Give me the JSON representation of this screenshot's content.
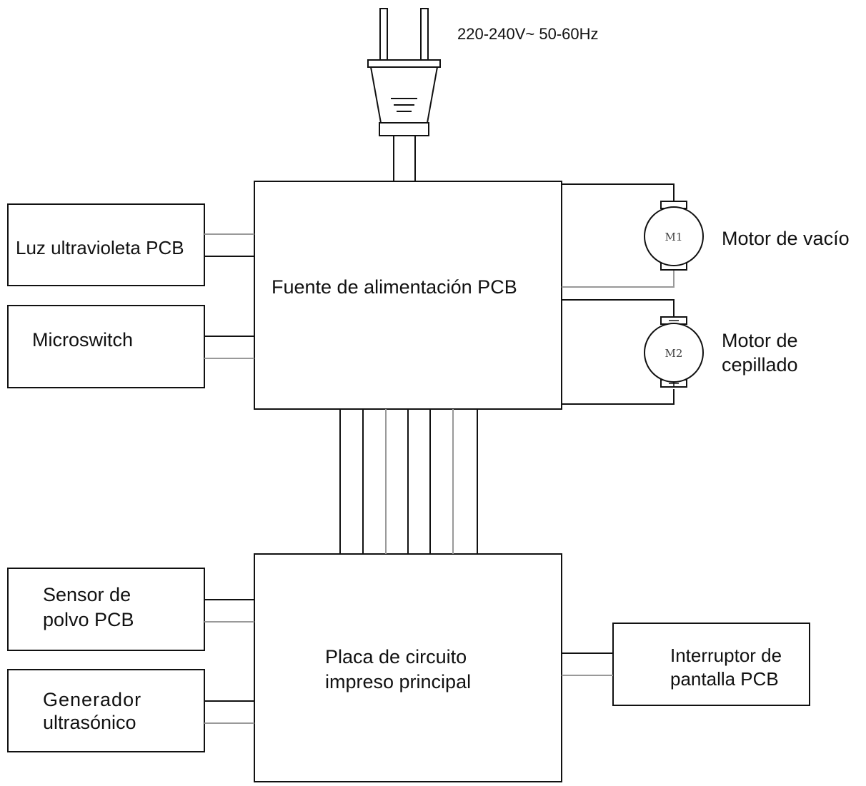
{
  "power_supply": {
    "label": "220-240V~ 50-60Hz"
  },
  "blocks": {
    "power_pcb": {
      "label": "Fuente de alimentación PCB"
    },
    "uv_light": {
      "label": "Luz ultravioleta PCB"
    },
    "microswitch": {
      "label": "Microswitch"
    },
    "main_board": {
      "line1": "Placa de circuito",
      "line2": "impreso principal"
    },
    "dust_sensor": {
      "line1": "Sensor de",
      "line2": "polvo PCB"
    },
    "ultrasonic": {
      "line1": "Generador",
      "line2": "ultrasónico"
    },
    "screen_switch": {
      "line1": "Interruptor de",
      "line2": "pantalla PCB"
    }
  },
  "motors": {
    "vacuum": {
      "tag": "M1",
      "label": "Motor de vacío"
    },
    "brush": {
      "tag": "M2",
      "line1": "Motor de",
      "line2": "cepillado"
    }
  }
}
